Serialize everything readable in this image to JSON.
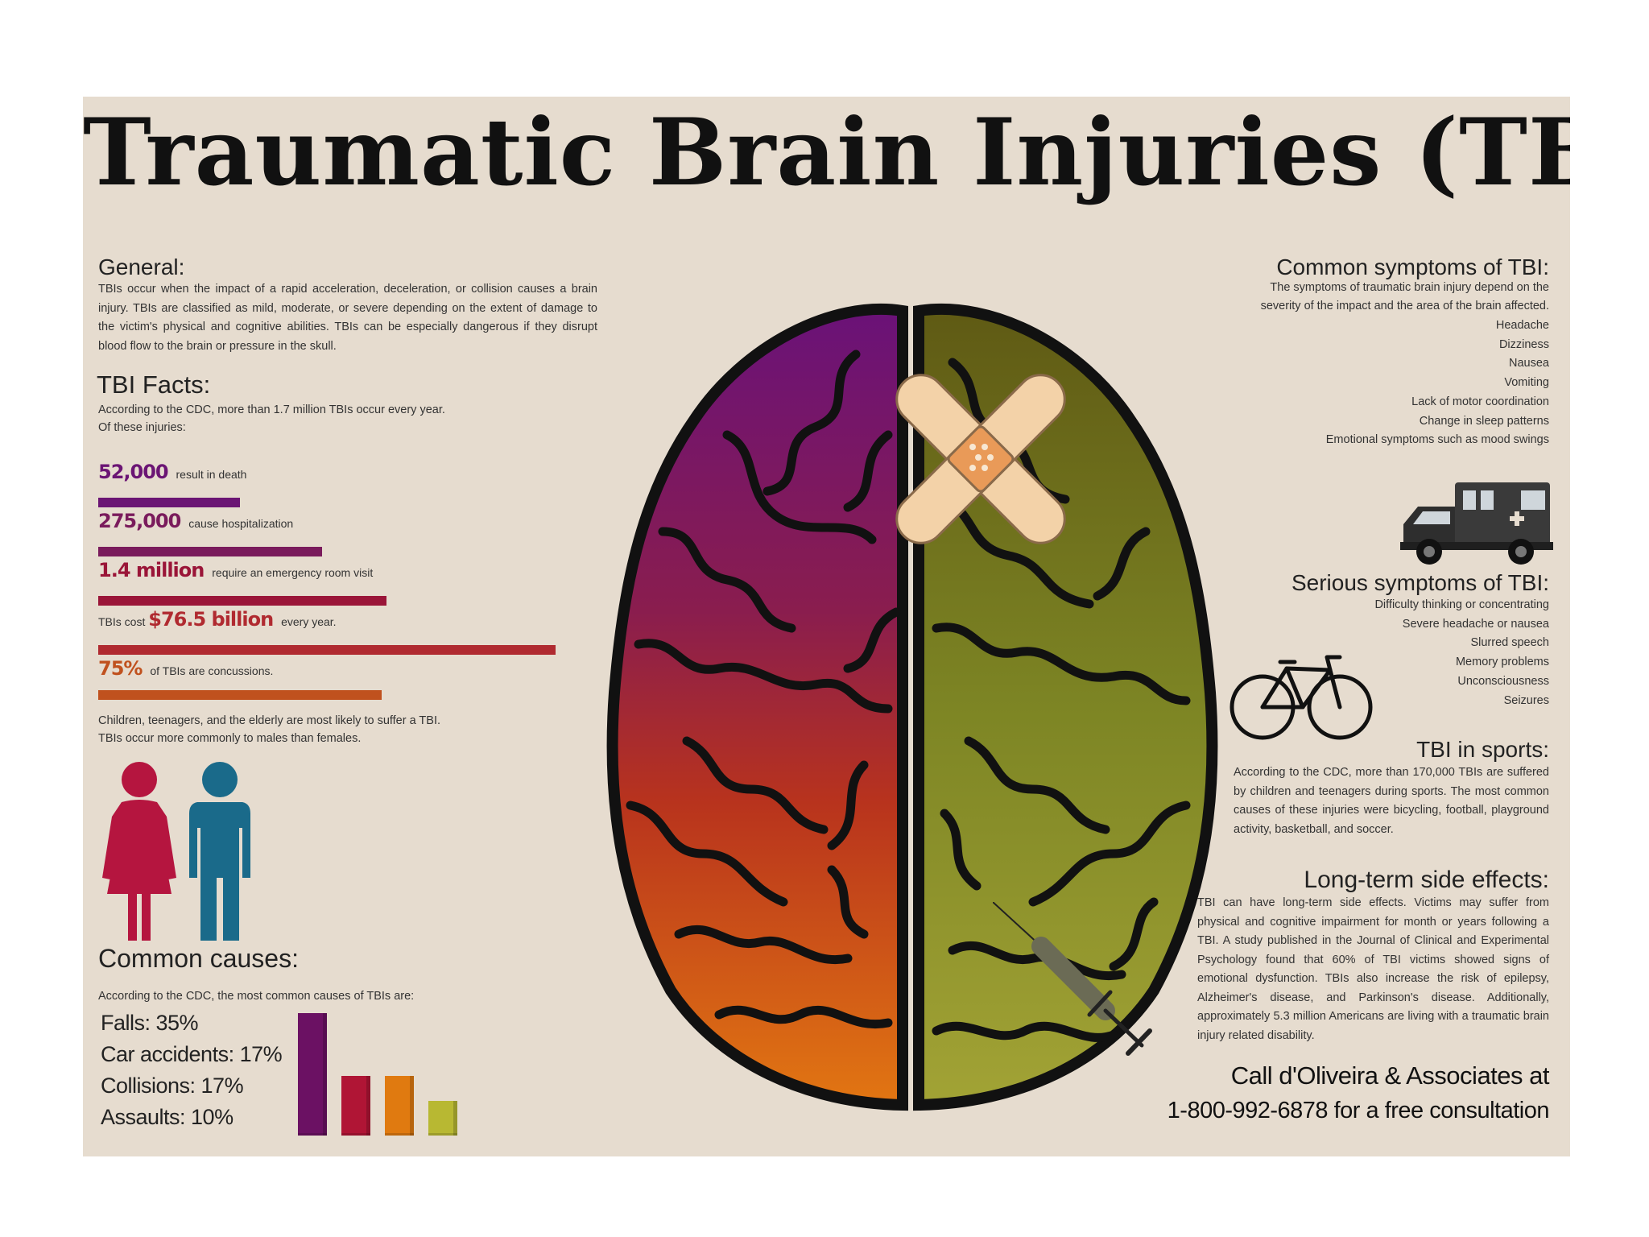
{
  "title": "Traumatic Brain Injuries (TBI)",
  "general": {
    "heading": "General:",
    "text": "TBIs occur when the impact of a rapid acceleration, deceleration, or collision causes a brain injury.  TBIs are classified as mild, moderate, or severe depending on the extent of damage to the victim's physical and cognitive abilities.  TBIs can be especially dangerous if they disrupt blood flow to the brain or pressure in the skull."
  },
  "facts": {
    "heading": "TBI Facts:",
    "intro_1": "According to the CDC, more than 1.7 million TBIs occur every year.",
    "intro_2": "Of these injuries:",
    "stats": [
      {
        "prefix": "",
        "number": "52,000",
        "text": "result in death",
        "color": "#6b1574",
        "bar_fraction": 0.31
      },
      {
        "prefix": "",
        "number": "275,000",
        "text": "cause hospitalization",
        "color": "#7a1b5c",
        "bar_fraction": 0.49
      },
      {
        "prefix": "",
        "number": "1.4 million",
        "text": "require an emergency room visit",
        "color": "#9a1538",
        "bar_fraction": 0.63
      },
      {
        "prefix": "TBIs cost",
        "number": "$76.5 billion",
        "text": "every year.",
        "color": "#b02a30",
        "bar_fraction": 1.0
      },
      {
        "prefix": "",
        "number": "75%",
        "text": "of TBIs are concussions.",
        "color": "#c0511e",
        "bar_fraction": 0.62
      }
    ],
    "demographics_1": "Children, teenagers, and the elderly are most likely to suffer a TBI.",
    "demographics_2": "TBIs occur more commonly to males than females."
  },
  "figures": {
    "female_color": "#b5153f",
    "male_color": "#1a6a8a"
  },
  "causes": {
    "heading": "Common causes:",
    "intro": "According to the CDC, the most common causes of TBIs are:",
    "items": [
      {
        "label": "Falls: 35%",
        "value": 35,
        "color": "#6b1163"
      },
      {
        "label": "Car accidents: 17%",
        "value": 17,
        "color": "#b01535"
      },
      {
        "label": "Collisions: 17%",
        "value": 17,
        "color": "#e07a10"
      },
      {
        "label": "Assaults: 10%",
        "value": 10,
        "color": "#b8b832"
      }
    ]
  },
  "symptoms": {
    "heading": "Common symptoms of TBI:",
    "text_1": "The symptoms of traumatic brain injury depend on the",
    "text_2": "severity of the impact and the area of the brain affected.",
    "items": [
      "Headache",
      "Dizziness",
      "Nausea",
      "Vomiting",
      "Lack of motor coordination",
      "Change in sleep patterns",
      "Emotional symptoms such as mood swings"
    ]
  },
  "serious": {
    "heading": "Serious symptoms of TBI:",
    "items": [
      "Difficulty thinking or concentrating",
      "Severe headache or nausea",
      "Slurred speech",
      "Memory problems",
      "Unconsciousness",
      "Seizures"
    ]
  },
  "sports": {
    "heading": "TBI in sports:",
    "text": "According to the CDC, more than 170,000 TBIs are suffered by children and teenagers during sports.  The most common causes of these injuries were bicycling, football, playground activity, basketball, and soccer."
  },
  "longterm": {
    "heading": "Long-term side effects:",
    "text": "TBI can have long-term side effects.  Victims may suffer from physical and cognitive impairment for month or years following a TBI.  A study published in the Journal of Clinical and Experimental Psychology found that 60% of TBI victims showed signs of emotional dysfunction.  TBIs also increase the risk of epilepsy, Alzheimer's disease, and Parkinson's disease.  Additionally, approximately 5.3 million Americans are living with a traumatic brain injury related disability."
  },
  "cta": {
    "line_1": "Call d'Oliveira & Associates at",
    "line_2": "1-800-992-6878 for a free consultation"
  },
  "colors": {
    "background": "#e6dccf",
    "text": "#222222"
  },
  "icons": [
    "brain-illustration",
    "bandage-icon",
    "ambulance-icon",
    "bicycle-icon",
    "syringe-icon",
    "female-figure-icon",
    "male-figure-icon"
  ]
}
